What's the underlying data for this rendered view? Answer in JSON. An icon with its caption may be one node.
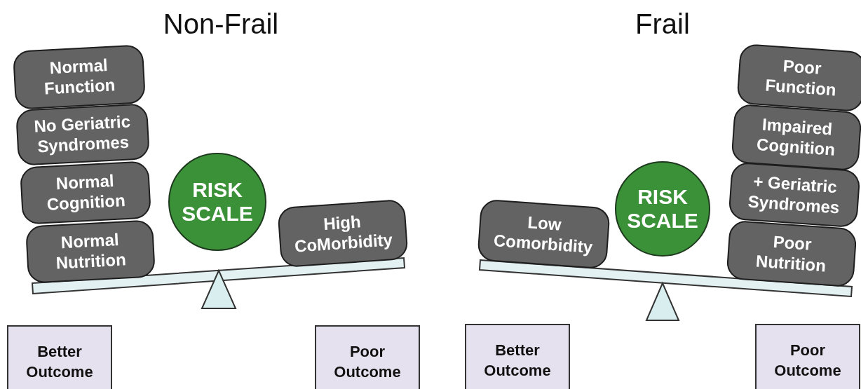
{
  "diagram": {
    "nodes": [
      {
        "text": [
          "Normal Function"
        ]
      },
      {
        "text": [
          "No Geriatric Syndromes"
        ]
      },
      {
        "text": [
          "Normal Cognition"
        ]
      },
      {
        "text": [
          "Normal Nutrition"
        ]
      },
      {
        "text": [
          "RISK SCALE"
        ]
      },
      {
        "text": [
          "High CoMorbidity"
        ]
      },
      {
        "text": [
          "Better Outcome"
        ]
      },
      {
        "text": [
          "Poor Outcome"
        ]
      },
      {
        "text": [
          "Low Comorbidity"
        ]
      },
      {
        "text": [
          "RISK SCALE"
        ]
      },
      {
        "text": [
          "Poor Function"
        ]
      },
      {
        "text": [
          "Impaired Cognition"
        ]
      },
      {
        "text": [
          "+ Geriatric Syndromes"
        ]
      },
      {
        "text": [
          "Poor Nutrition"
        ]
      },
      {
        "text": [
          "Better Outcome"
        ]
      },
      {
        "text": [
          "Poor Outcome"
        ]
      }
    ],
    "labels": [
      "Non-Frail",
      "Frail"
    ]
  }
}
